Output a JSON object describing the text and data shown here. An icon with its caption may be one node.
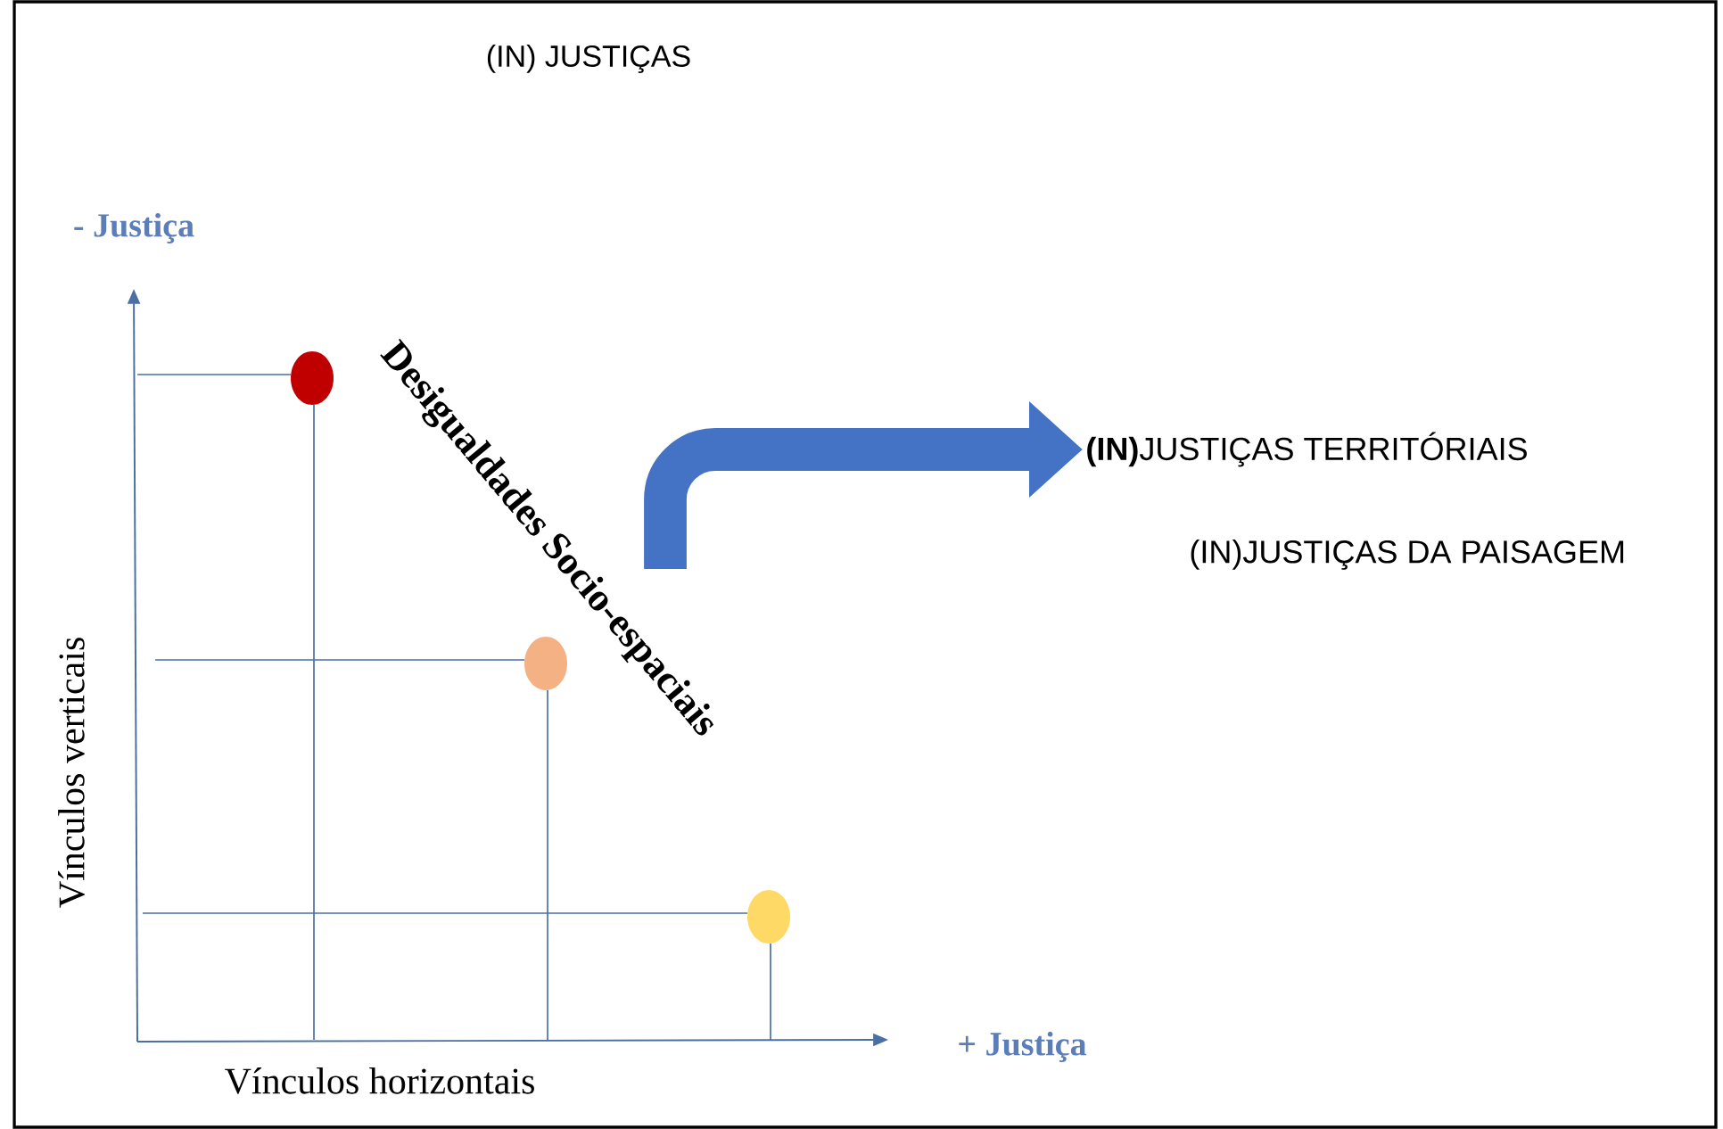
{
  "diagram": {
    "title": "(IN) JUSTIÇAS",
    "nodes": [
      {
        "text": [
          "Desigualdades Socio-espaciais"
        ]
      },
      {
        "text": [
          "**(IN)**JUSTIÇAS TERRITÓRIAIS"
        ]
      }
    ],
    "edges": [
      {
        "from": 0,
        "to": 1,
        "arrow": "to"
      }
    ],
    "labels": [
      "- Justiça",
      "Vínculos verticais",
      "+ Justiça",
      "Vínculos horizontais",
      "(IN)JUSTIÇAS DA PAISAGEM"
    ]
  }
}
